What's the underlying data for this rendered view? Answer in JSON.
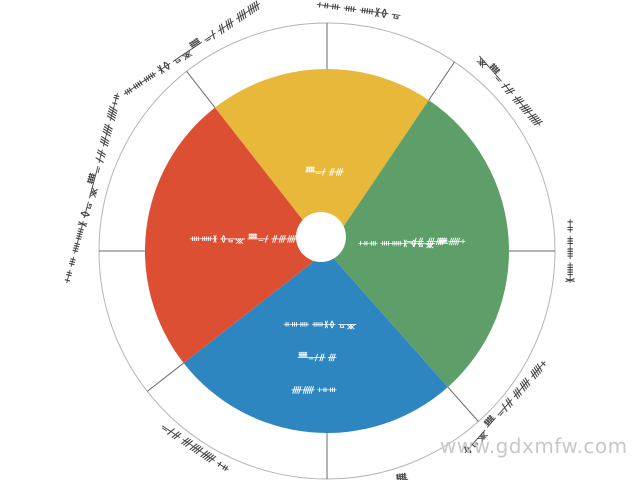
{
  "chart_data": {
    "type": "pie",
    "title": "",
    "donut_hole": true,
    "center": [
      327,
      251
    ],
    "radius": 182,
    "hole_radius": 25,
    "outer_ring_radius": 228,
    "start_angle_deg": -38,
    "categories": [
      "yellow segment",
      "green segment",
      "blue segment",
      "red segment"
    ],
    "values": [
      20,
      29,
      26,
      25
    ],
    "colors": [
      "#E8B83A",
      "#5E9E68",
      "#2E86C1",
      "#DD4F33"
    ],
    "slice_labels": [
      [
        "ᚙᚚᚋ ᚌᚍ"
      ],
      [
        "ᚐᚑᚒ ᚓᚔᚕ ᚖᚗᚘ ᚙ",
        "ᚚᚋᚌ ᚍᚎ ᚏᚐ"
      ],
      [
        "ᚑᚒᚓ ᚔᚕᚖ ᚗᚘ",
        "ᚙᚚᚋᚌ ᚍ",
        "ᚎᚏ ᚐᚑᚒ"
      ],
      [
        "ᚓᚔᚕ ᚖᚗᚘ ᚙᚚᚋ ᚌᚍᚎ ᚏ"
      ]
    ],
    "ring_labels_note": "Outer ring labels are illegible pseudo-CJK glyph strings; placeholders used.",
    "ring_labels": [
      "ᚐᚑ ᚒ ᚓᚔᚕ ᚖᚗ ᚘᚙᚚ ᚋᚌ ᚍᚎ ᚏᚐᚑ",
      "ᚒᚓᚔ ᚕᚖ ᚗᚘᚙ ᚚᚋ ᚌᚍ ᚎᚏ",
      "ᚐᚑᚒ ᚓ ᚔᚕᚖ ᚗ",
      "ᚘᚙᚚ ᚋᚌ ᚍᚎᚏ",
      "ᚐᚑ ᚒᚓ ᚔᚕ",
      "ᚖᚗᚘ ᚙ ᚚᚋᚌ ᚍᚎ ᚏᚐ",
      "ᚑᚒᚓ ᚔᚕᚖ ᚗᚘᚙ",
      "ᚚᚋᚌ ᚍᚎᚏ ᚐᚑ"
    ],
    "legend": null,
    "xlabel": "",
    "ylabel": ""
  },
  "watermark": "www.gdxmfw.com"
}
